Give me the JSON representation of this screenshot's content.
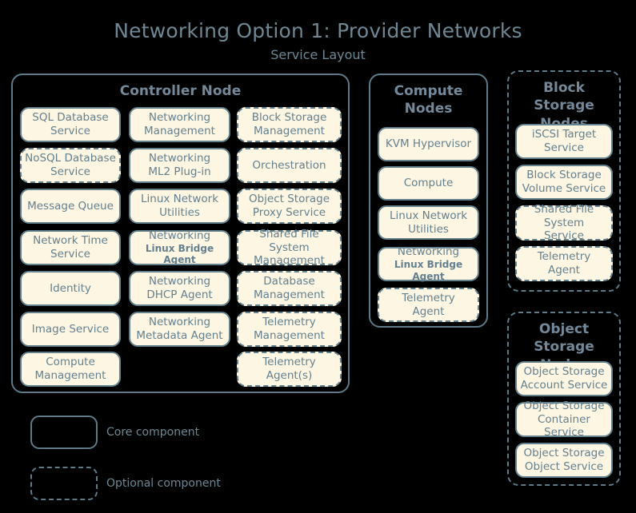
{
  "title": "Networking Option 1: Provider Networks",
  "subtitle": "Service Layout",
  "colors": {
    "background": "#000000",
    "box_fill": "#fdf6e3",
    "box_border": "#63808d",
    "text": "#64808f",
    "title_text": "#6f8794",
    "group_border": "#5e7a87"
  },
  "groups": [
    {
      "id": "controller-node",
      "title": "Controller Node",
      "style": "core",
      "columns": [
        {
          "id": "col-1",
          "services": [
            {
              "line1": "SQL Database",
              "line2": "Service",
              "style": "core"
            },
            {
              "line1": "NoSQL Database",
              "line2": "Service",
              "style": "optional"
            },
            {
              "line1": "Message Queue",
              "line2": "",
              "style": "core"
            },
            {
              "line1": "Network Time",
              "line2": "Service",
              "style": "core"
            },
            {
              "line1": "Identity",
              "line2": "",
              "style": "core"
            },
            {
              "line1": "Image Service",
              "line2": "",
              "style": "core"
            },
            {
              "line1": "Compute",
              "line2": "Management",
              "style": "core"
            }
          ]
        },
        {
          "id": "col-2",
          "services": [
            {
              "line1": "Networking",
              "line2": "Management",
              "style": "core"
            },
            {
              "line1": "Networking",
              "line2": "ML2 Plug-in",
              "style": "core"
            },
            {
              "line1": "Linux Network",
              "line2": "Utilities",
              "style": "core"
            },
            {
              "line1": "Networking",
              "line2": "Linux Bridge Agent",
              "style": "core",
              "sub": true
            },
            {
              "line1": "Networking",
              "line2": "DHCP Agent",
              "style": "core"
            },
            {
              "line1": "Networking",
              "line2": "Metadata Agent",
              "style": "core"
            }
          ]
        },
        {
          "id": "col-3",
          "services": [
            {
              "line1": "Block Storage",
              "line2": "Management",
              "style": "optional"
            },
            {
              "line1": "Orchestration",
              "line2": "",
              "style": "optional"
            },
            {
              "line1": "Object Storage",
              "line2": "Proxy Service",
              "style": "optional"
            },
            {
              "line1": "Shared File System",
              "line2": "Management",
              "style": "optional"
            },
            {
              "line1": "Database",
              "line2": "Management",
              "style": "optional"
            },
            {
              "line1": "Telemetry",
              "line2": "Management",
              "style": "optional"
            },
            {
              "line1": "Telemetry",
              "line2": "Agent(s)",
              "style": "optional"
            }
          ]
        }
      ]
    },
    {
      "id": "compute-nodes",
      "title": "Compute Nodes",
      "style": "core",
      "services": [
        {
          "line1": "KVM Hypervisor",
          "line2": "",
          "style": "core"
        },
        {
          "line1": "Compute",
          "line2": "",
          "style": "core"
        },
        {
          "line1": "Linux Network",
          "line2": "Utilities",
          "style": "core"
        },
        {
          "line1": "Networking",
          "line2": "Linux Bridge Agent",
          "style": "core",
          "sub": true
        },
        {
          "line1": "Telemetry",
          "line2": "Agent",
          "style": "optional"
        }
      ]
    },
    {
      "id": "block-storage-nodes",
      "title": "Block Storage Nodes",
      "style": "optional",
      "services": [
        {
          "line1": "iSCSI Target",
          "line2": "Service",
          "style": "core"
        },
        {
          "line1": "Block Storage",
          "line2": "Volume Service",
          "style": "core"
        },
        {
          "line1": "Shared File System",
          "line2": "Service",
          "style": "optional"
        },
        {
          "line1": "Telemetry",
          "line2": "Agent",
          "style": "optional"
        }
      ]
    },
    {
      "id": "object-storage-nodes",
      "title": "Object Storage Nodes",
      "style": "optional",
      "services": [
        {
          "line1": "Object Storage",
          "line2": "Account Service",
          "style": "core"
        },
        {
          "line1": "Object Storage",
          "line2": "Container Service",
          "style": "core"
        },
        {
          "line1": "Object Storage",
          "line2": "Object Service",
          "style": "core"
        }
      ]
    }
  ],
  "legend": [
    {
      "id": "core",
      "label": "Core component",
      "style": "core"
    },
    {
      "id": "optional",
      "label": "Optional component",
      "style": "optional"
    }
  ]
}
